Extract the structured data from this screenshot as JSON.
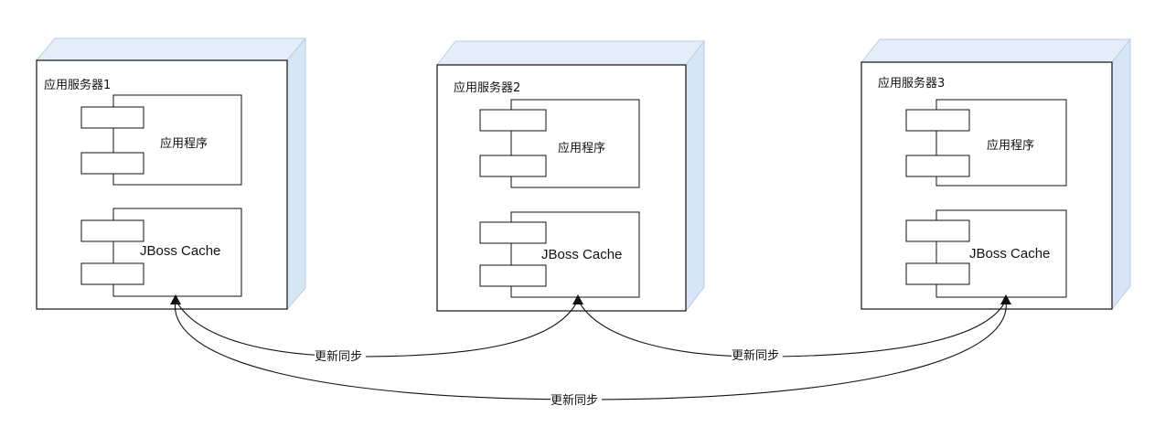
{
  "servers": [
    {
      "name": "应用服务器1",
      "app": "应用程序",
      "cache": "JBoss Cache"
    },
    {
      "name": "应用服务器2",
      "app": "应用程序",
      "cache": "JBoss Cache"
    },
    {
      "name": "应用服务器3",
      "app": "应用程序",
      "cache": "JBoss Cache"
    }
  ],
  "edges": [
    {
      "from": "应用服务器1",
      "to": "应用服务器2",
      "label": "更新同步"
    },
    {
      "from": "应用服务器2",
      "to": "应用服务器3",
      "label": "更新同步"
    },
    {
      "from": "应用服务器1",
      "to": "应用服务器3",
      "label": "更新同步"
    }
  ],
  "colors": {
    "node_fill": "#e4eef8",
    "node_side": "#d7e6f4",
    "line": "#111111"
  }
}
